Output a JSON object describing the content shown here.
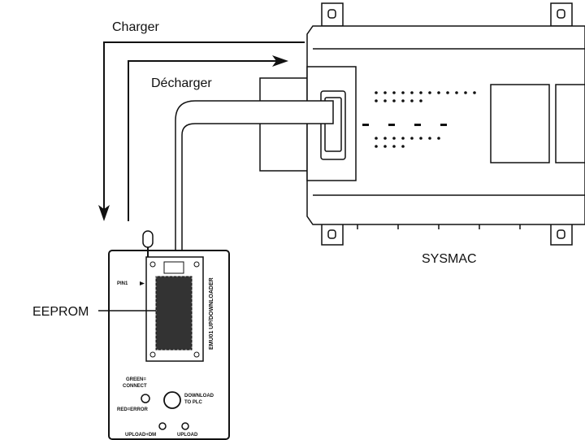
{
  "labels": {
    "charger": "Charger",
    "decharger": "Décharger",
    "sysmac": "SYSMAC",
    "eeprom": "EEPROM"
  },
  "device": {
    "pin1": "PIN1",
    "side_label": "EMU01 UP/DOWNLOADER",
    "green": "GREEN=",
    "connect": "CONNECT",
    "red_error": "RED=ERROR",
    "download": "DOWNLOAD",
    "to_plc": "TO PLC",
    "upload_dm": "UPLOAD+DM",
    "upload": "UPLOAD"
  }
}
